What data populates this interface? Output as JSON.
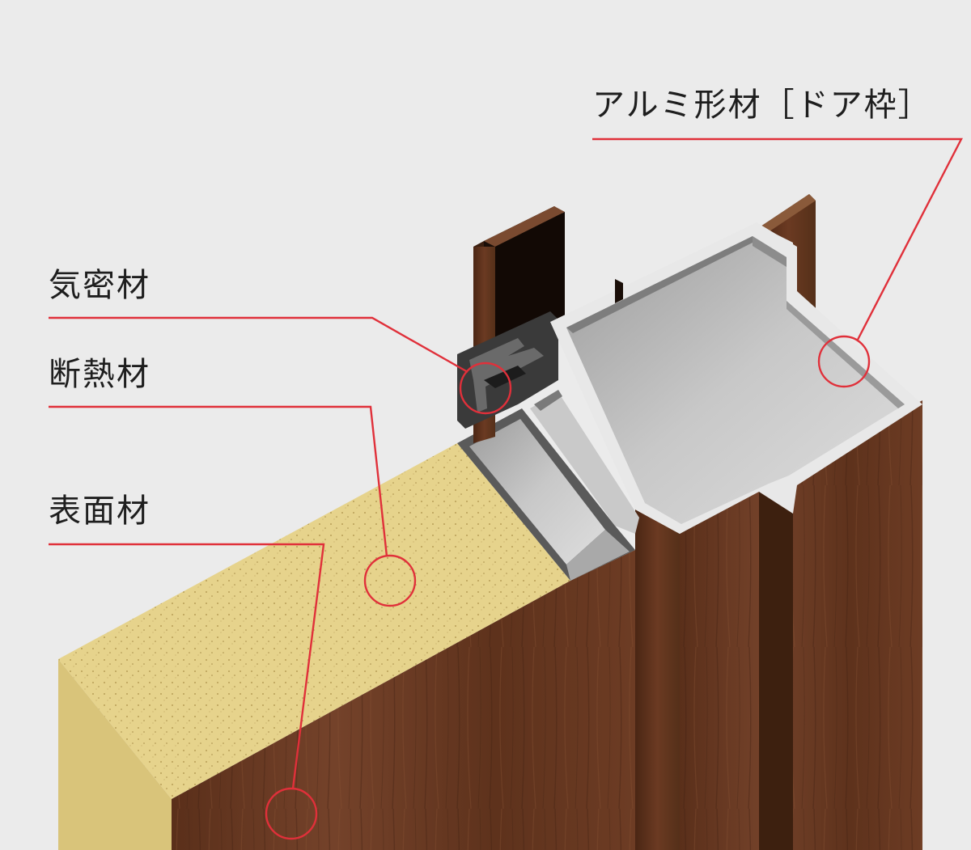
{
  "labels": {
    "aluminum_frame": "アルミ形材［ドア枠］",
    "airtight_material": "気密材",
    "insulation_material": "断熱材",
    "surface_material": "表面材"
  },
  "colors": {
    "background": "#ebebeb",
    "callout": "#e0303a",
    "wood": "#6b3a22",
    "wood_dark": "#4a2614",
    "insulation": "#e6d38c",
    "aluminum_inner": "#bdbdbd",
    "gasket": "#2a2a2a"
  }
}
